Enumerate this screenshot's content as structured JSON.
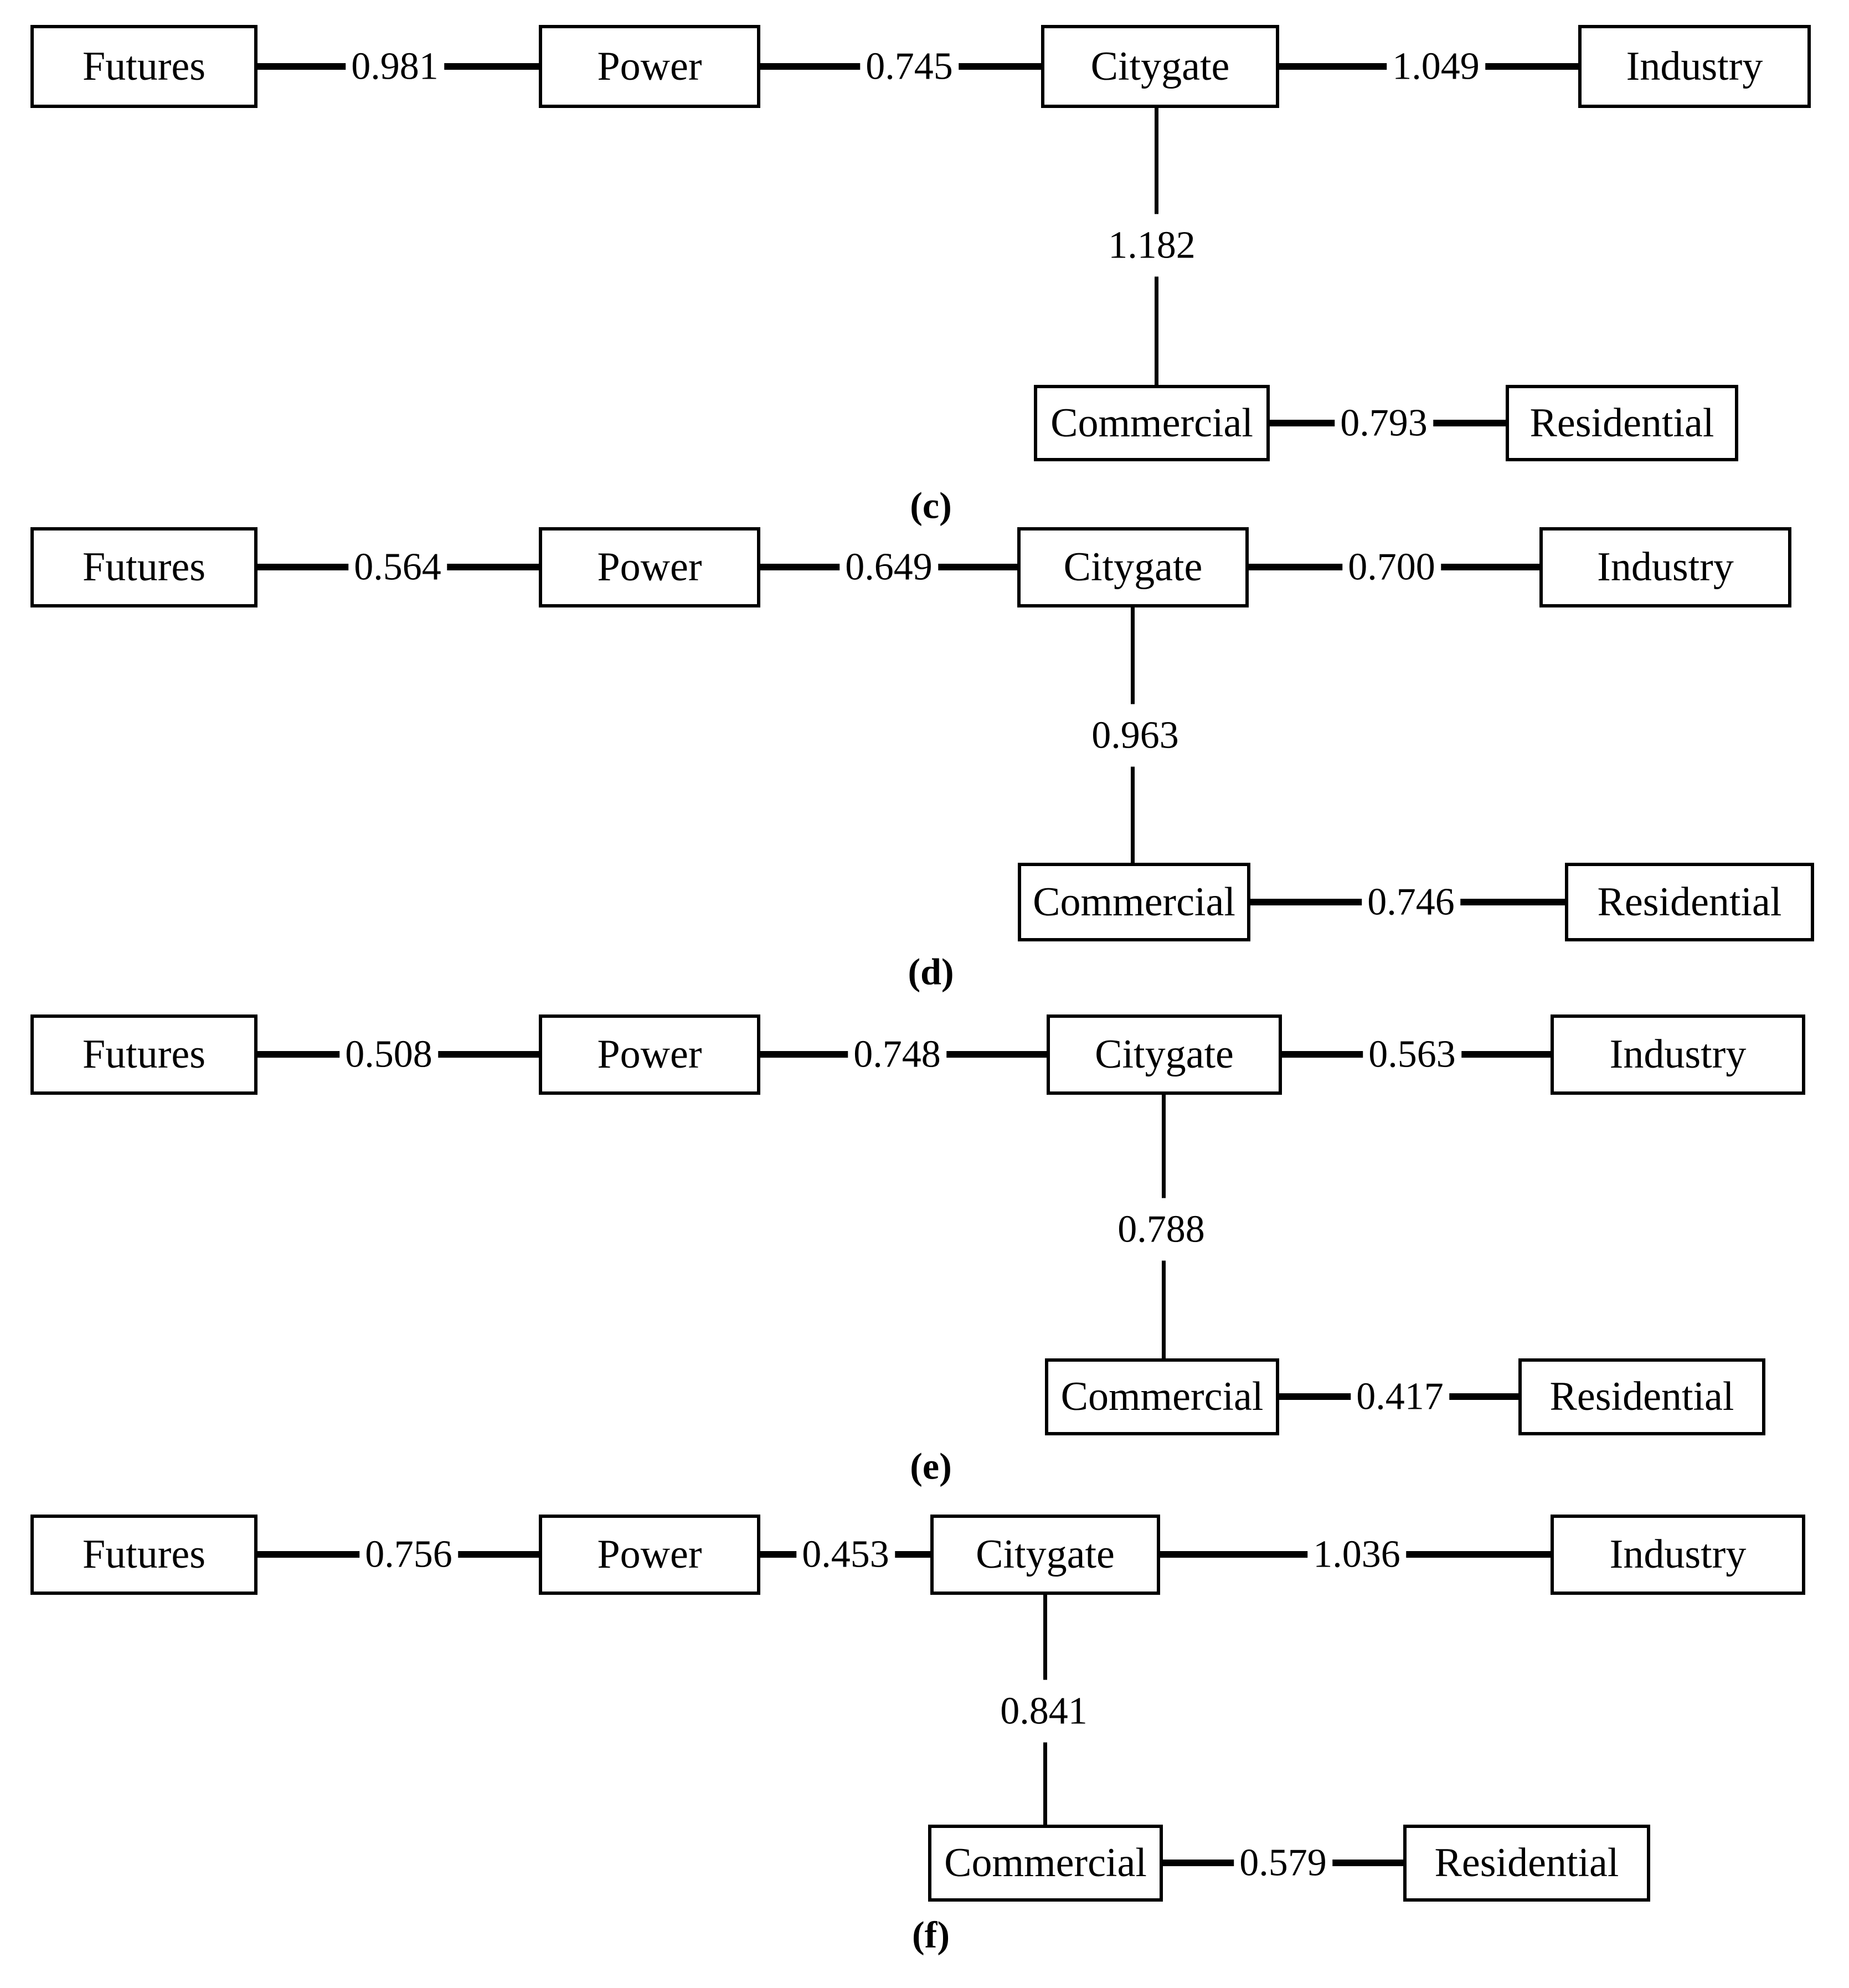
{
  "figure": {
    "description": "Minimum spanning tree diagrams of natural gas market nodes with edge weights",
    "panels": [
      {
        "label": "(c)",
        "nodes": {
          "futures": "Futures",
          "power": "Power",
          "citygate": "Citygate",
          "industry": "Industry",
          "commercial": "Commercial",
          "residential": "Residential"
        },
        "edges": {
          "futures_power": "0.981",
          "power_citygate": "0.745",
          "citygate_industry": "1.049",
          "citygate_commercial": "1.182",
          "commercial_residential": "0.793"
        }
      },
      {
        "label": "(d)",
        "nodes": {
          "futures": "Futures",
          "power": "Power",
          "citygate": "Citygate",
          "industry": "Industry",
          "commercial": "Commercial",
          "residential": "Residential"
        },
        "edges": {
          "futures_power": "0.564",
          "power_citygate": "0.649",
          "citygate_industry": "0.700",
          "citygate_commercial": "0.963",
          "commercial_residential": "0.746"
        }
      },
      {
        "label": "(e)",
        "nodes": {
          "futures": "Futures",
          "power": "Power",
          "citygate": "Citygate",
          "industry": "Industry",
          "commercial": "Commercial",
          "residential": "Residential"
        },
        "edges": {
          "futures_power": "0.508",
          "power_citygate": "0.748",
          "citygate_industry": "0.563",
          "citygate_commercial": "0.788",
          "commercial_residential": "0.417"
        }
      },
      {
        "label": "(f)",
        "nodes": {
          "futures": "Futures",
          "power": "Power",
          "citygate": "Citygate",
          "industry": "Industry",
          "commercial": "Commercial",
          "residential": "Residential"
        },
        "edges": {
          "futures_power": "0.756",
          "power_citygate": "0.453",
          "citygate_industry": "1.036",
          "citygate_commercial": "0.841",
          "commercial_residential": "0.579"
        }
      }
    ]
  }
}
